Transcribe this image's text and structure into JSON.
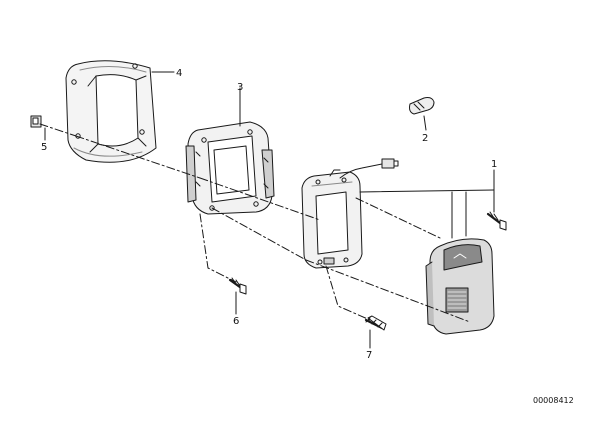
{
  "diagram": {
    "callouts": [
      {
        "id": "1",
        "label": "1"
      },
      {
        "id": "2",
        "label": "2"
      },
      {
        "id": "3",
        "label": "3"
      },
      {
        "id": "4",
        "label": "4"
      },
      {
        "id": "5",
        "label": "5"
      },
      {
        "id": "6",
        "label": "6"
      },
      {
        "id": "7",
        "label": "7"
      }
    ],
    "part_number": "00008412",
    "colors": {
      "line": "#1a1a1a",
      "fill": "#ffffff",
      "shade": "#d9d9d9",
      "dark": "#8a8a8a"
    }
  }
}
